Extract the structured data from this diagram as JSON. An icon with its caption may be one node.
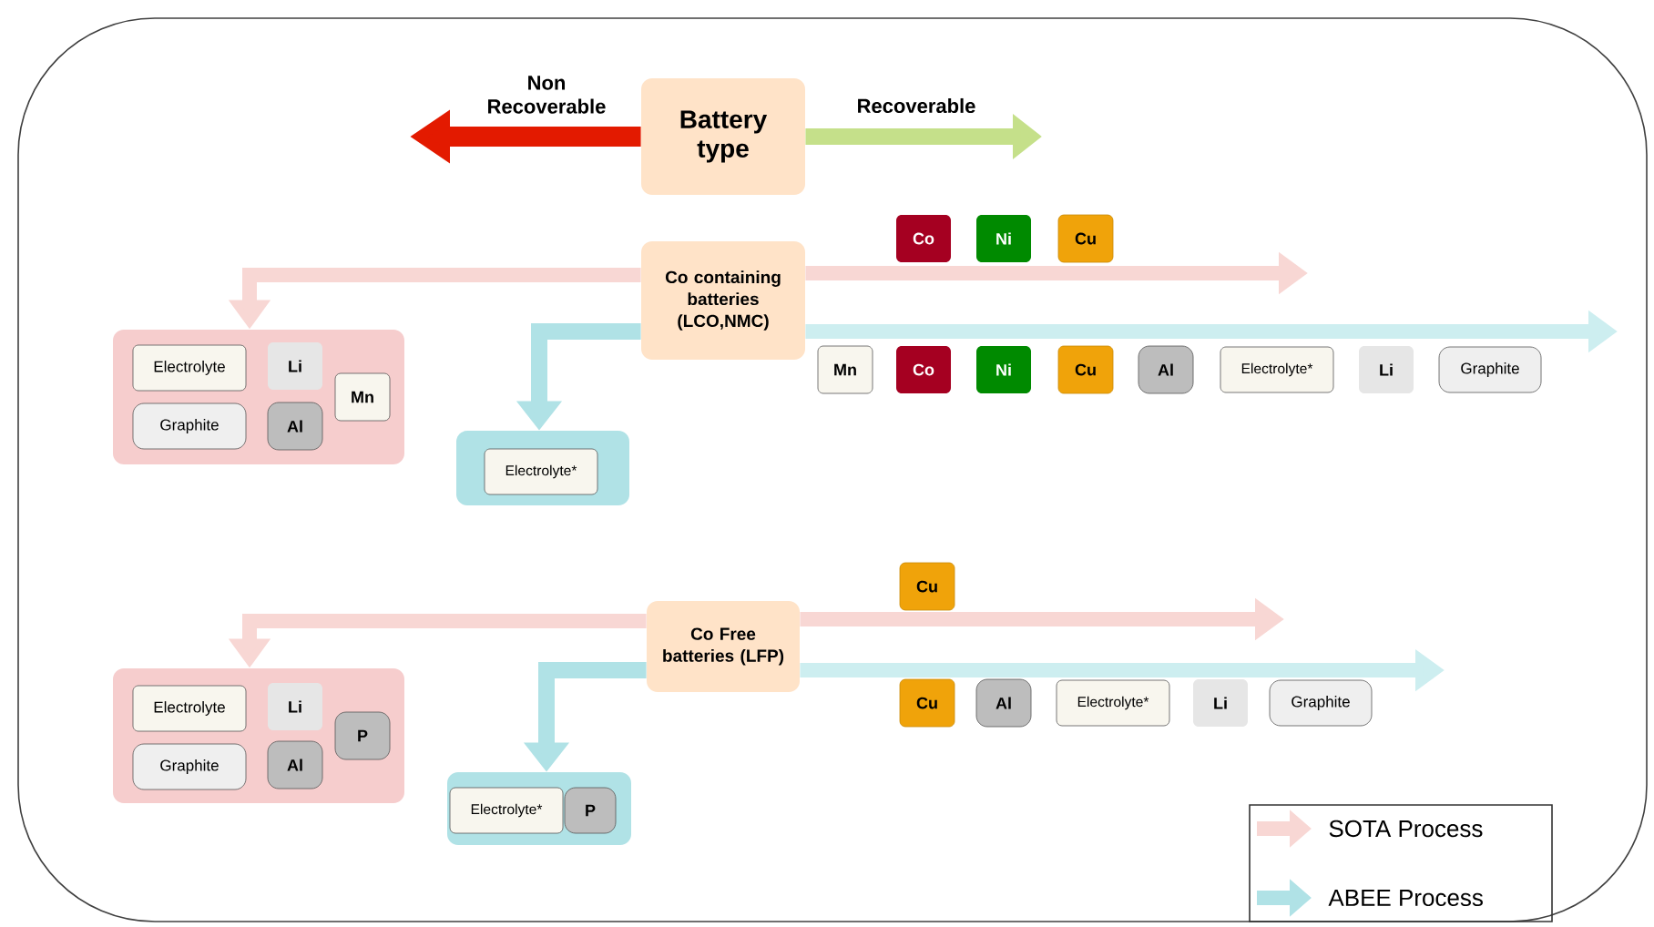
{
  "diagram": {
    "nodes": [
      {
        "text": [
          "Battery type"
        ]
      },
      {
        "text": [
          "Co containing batteries (LCO,NMC)"
        ]
      },
      {
        "text": [],
        "shape": "box"
      },
      {
        "text": [
          "Electrolyte"
        ],
        "in": 2
      },
      {
        "text": [
          "Li"
        ],
        "in": 2
      },
      {
        "text": [
          "Mn"
        ],
        "in": 2
      },
      {
        "text": [
          "Graphite"
        ],
        "in": 2
      },
      {
        "text": [
          "Al"
        ],
        "in": 2
      },
      {
        "text": [],
        "shape": "box"
      },
      {
        "text": [
          "Electrolyte*"
        ],
        "in": 8
      },
      {
        "text": [
          "Co"
        ]
      },
      {
        "text": [
          "Ni"
        ]
      },
      {
        "text": [
          "Cu"
        ]
      },
      {
        "text": [
          "Mn"
        ]
      },
      {
        "text": [
          "Co"
        ]
      },
      {
        "text": [
          "Ni"
        ]
      },
      {
        "text": [
          "Cu"
        ]
      },
      {
        "text": [
          "Al"
        ]
      },
      {
        "text": [
          "Electrolyte*"
        ]
      },
      {
        "text": [
          "Li"
        ]
      },
      {
        "text": [
          "Graphite"
        ]
      },
      {
        "text": [
          "Co Free batteries (LFP)"
        ]
      },
      {
        "text": [
          "Cu"
        ]
      },
      {
        "text": [],
        "shape": "box"
      },
      {
        "text": [
          "Electrolyte"
        ],
        "in": 23
      },
      {
        "text": [
          "Li"
        ],
        "in": 23
      },
      {
        "text": [
          "P"
        ],
        "in": 23
      },
      {
        "text": [
          "Graphite"
        ],
        "in": 23
      },
      {
        "text": [
          "Al"
        ],
        "in": 23
      },
      {
        "text": [],
        "shape": "box"
      },
      {
        "text": [
          "Electrolyte*"
        ],
        "in": 29
      },
      {
        "text": [
          "P"
        ],
        "in": 29
      },
      {
        "text": [
          "Cu"
        ]
      },
      {
        "text": [
          "Al"
        ]
      },
      {
        "text": [
          "Electrolyte*"
        ]
      },
      {
        "text": [
          "Li"
        ]
      },
      {
        "text": [
          "Graphite"
        ]
      }
    ],
    "edges": [
      {
        "from": 0,
        "to": null,
        "arrow": "to",
        "label": "Non Recoverable",
        "color": "#e31a00"
      },
      {
        "from": 0,
        "to": null,
        "arrow": "to",
        "label": "Recoverable",
        "color": "#c5e08a"
      },
      {
        "from": 1,
        "to": null,
        "arrow": "to",
        "color": "#f8d7d4"
      },
      {
        "from": 1,
        "to": 2,
        "arrow": "to",
        "color": "#f8d7d4"
      },
      {
        "from": 1,
        "to": null,
        "arrow": "to",
        "color": "#cdeef0"
      },
      {
        "from": 1,
        "to": 8,
        "arrow": "to",
        "color": "#b0e2e6"
      },
      {
        "from": 21,
        "to": null,
        "arrow": "to",
        "color": "#f8d7d4"
      },
      {
        "from": 21,
        "to": 23,
        "arrow": "to",
        "color": "#f8d7d4"
      },
      {
        "from": 21,
        "to": null,
        "arrow": "to",
        "color": "#cdeef0"
      },
      {
        "from": 21,
        "to": 29,
        "arrow": "to",
        "color": "#b0e2e6"
      }
    ],
    "legend": [
      {
        "text": "SOTA Process"
      },
      {
        "text": "ABEE Process"
      }
    ]
  }
}
